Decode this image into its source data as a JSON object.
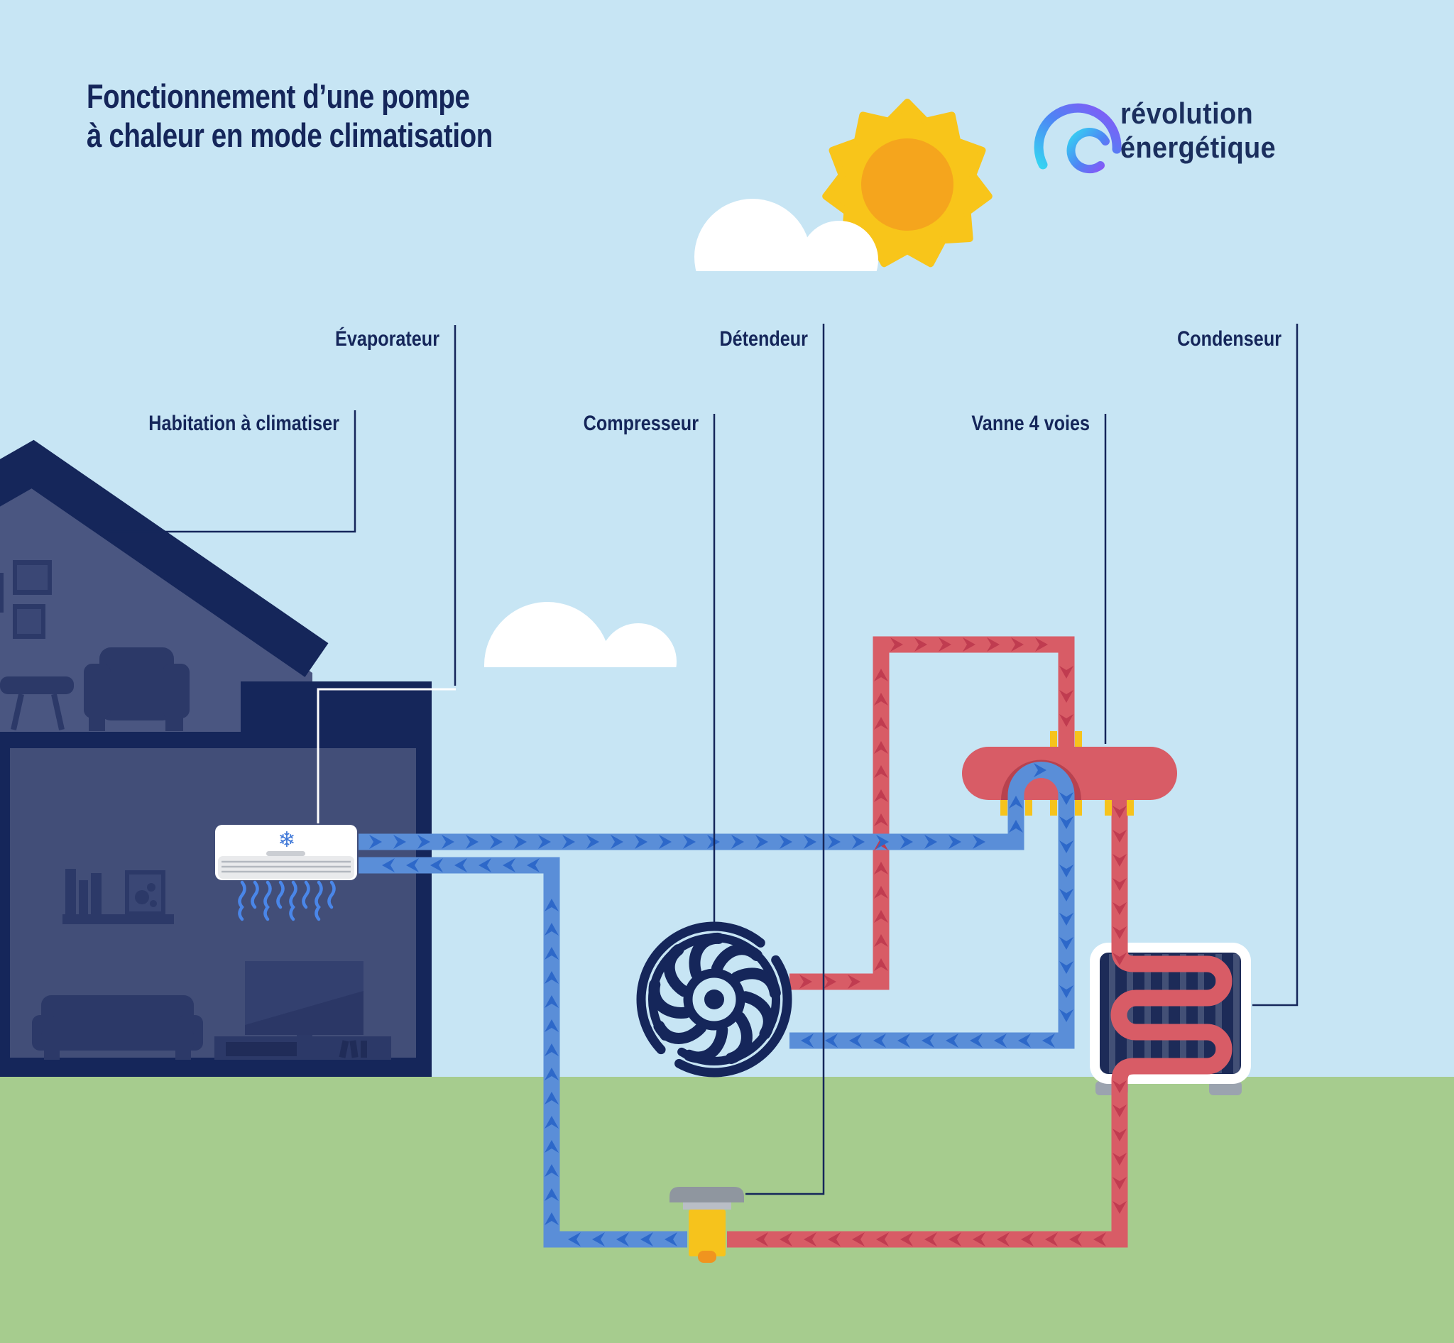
{
  "title": {
    "line1": "Fonctionnement d’une pompe",
    "line2": "à chaleur en mode climatisation"
  },
  "brand": {
    "name_line1": "révolution",
    "name_line2": "énergétique"
  },
  "diagram": {
    "labels": {
      "habitation": "Habitation à climatiser",
      "evaporateur": "Évaporateur",
      "compresseur": "Compresseur",
      "detendeur": "Détendeur",
      "vanne_4_voies": "Vanne 4 voies",
      "condenseur": "Condenseur"
    },
    "indoor_unit": {
      "snowflake_glyph": "❄"
    },
    "colors": {
      "hot_refrigerant": "#d85c66",
      "hot_arrow": "#c03c50",
      "cold_refrigerant": "#5a8ed8",
      "cold_arrow": "#2d68c9",
      "valve_port_yellow": "#f6c31c",
      "sun_yellow": "#f8c51a",
      "sun_core_orange": "#f5a51d",
      "sky": "#c7e5f4",
      "grass": "#a6cc8e",
      "navy": "#15265a",
      "brand_navy": "#1b2f5e"
    }
  }
}
